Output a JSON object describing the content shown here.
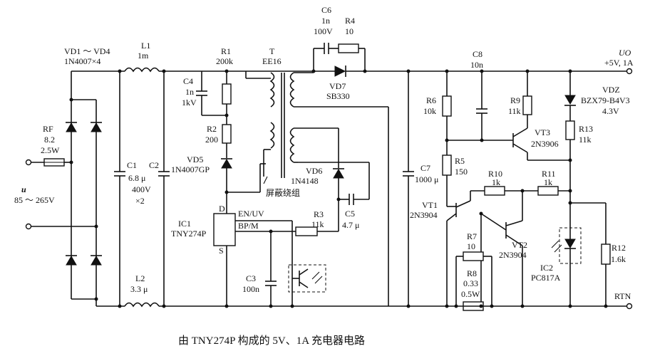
{
  "caption": "由 TNY274P 构成的 5V、1A 充电器电路",
  "components": {
    "bridge": {
      "ref": "VD1 ～ VD4",
      "value": "1N4007×4"
    },
    "L1": {
      "ref": "L1",
      "value": "1m"
    },
    "L2": {
      "ref": "L2",
      "value": "3.3 μ"
    },
    "RF": {
      "ref": "RF",
      "value1": "8.2",
      "value2": "2.5W"
    },
    "input": {
      "label": "u",
      "range": "85 ～ 265V"
    },
    "C1C2": {
      "ref": "C1",
      "ref2": "C2",
      "value1": "6.8 μ",
      "value2": "400V",
      "value3": "×2"
    },
    "C4": {
      "ref": "C4",
      "value1": "1n",
      "value2": "1kV"
    },
    "R1": {
      "ref": "R1",
      "value": "200k"
    },
    "R2": {
      "ref": "R2",
      "value": "200"
    },
    "VD5": {
      "ref": "VD5",
      "value": "1N4007GP"
    },
    "T": {
      "ref": "T",
      "value": "EE16",
      "shield": "屏蔽绕组"
    },
    "C6": {
      "ref": "C6",
      "value1": "1n",
      "value2": "100V"
    },
    "R4": {
      "ref": "R4",
      "value": "10"
    },
    "VD7": {
      "ref": "VD7",
      "value": "SB330"
    },
    "VD6": {
      "ref": "VD6",
      "value": "1N4148"
    },
    "C5": {
      "ref": "C5",
      "value": "4.7 μ"
    },
    "R3": {
      "ref": "R3",
      "value": "11k"
    },
    "IC1": {
      "ref": "IC1",
      "value": "TNY274P",
      "pin_d": "D",
      "pin_s": "S",
      "pin_en": "EN/UV",
      "pin_bp": "BP/M"
    },
    "C3": {
      "ref": "C3",
      "value": "100n"
    },
    "C7": {
      "ref": "C7",
      "value": "1000 μ"
    },
    "C8": {
      "ref": "C8",
      "value": "10n"
    },
    "R5": {
      "ref": "R5",
      "value": "150"
    },
    "R6": {
      "ref": "R6",
      "value": "10k"
    },
    "R7": {
      "ref": "R7",
      "value": "10"
    },
    "R8": {
      "ref": "R8",
      "value1": "0.33",
      "value2": "0.5W"
    },
    "R9": {
      "ref": "R9",
      "value": "11k"
    },
    "R10": {
      "ref": "R10",
      "value": "1k"
    },
    "R11": {
      "ref": "R11",
      "value": "1k"
    },
    "R12": {
      "ref": "R12",
      "value": "1.6k"
    },
    "R13": {
      "ref": "R13",
      "value": "11k"
    },
    "VT1": {
      "ref": "VT1",
      "value": "2N3904"
    },
    "VT2": {
      "ref": "VT2",
      "value": "2N3904"
    },
    "VT3": {
      "ref": "VT3",
      "value": "2N3906"
    },
    "VDZ": {
      "ref": "VDZ",
      "value1": "BZX79-B4V3",
      "value2": "4.3V"
    },
    "IC2": {
      "ref": "IC2",
      "value": "PC817A"
    },
    "output": {
      "ref": "UO",
      "value": "+5V, 1A",
      "rtn": "RTN"
    }
  }
}
